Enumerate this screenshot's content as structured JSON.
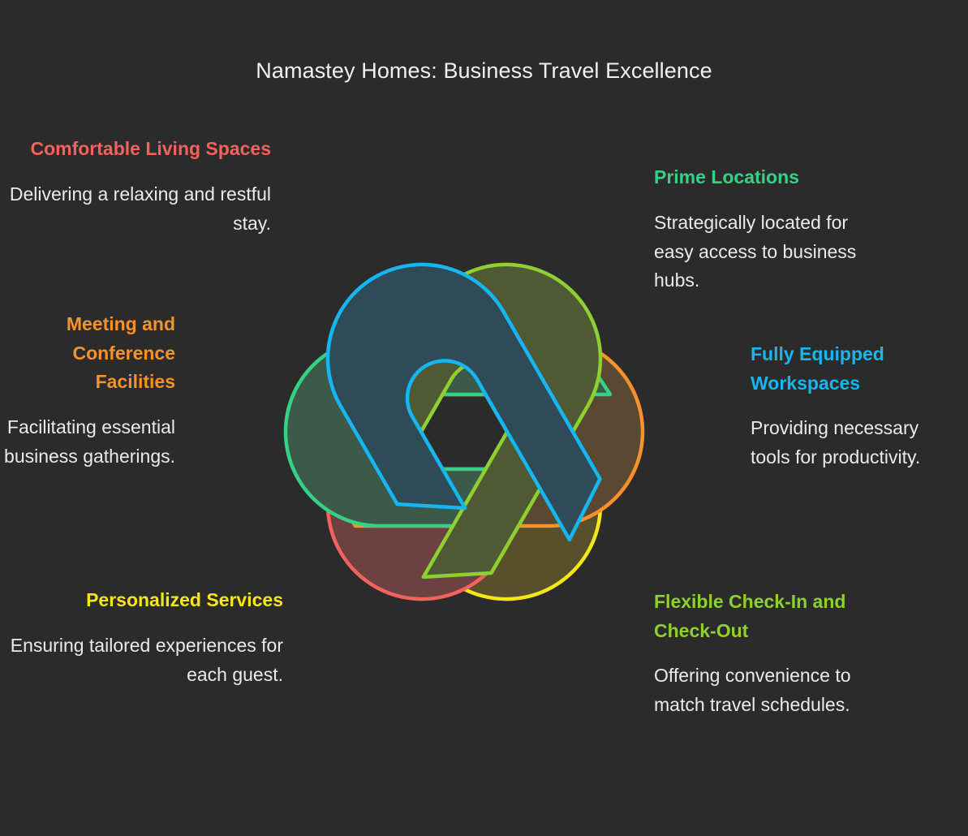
{
  "page": {
    "title": "Namastey Homes: Business Travel Excellence",
    "background_color": "#2b2b2b",
    "title_color": "#f0f0ef",
    "body_text_color": "#eceae8"
  },
  "blocks": [
    {
      "id": "comfortable-living-spaces",
      "heading": "Comfortable Living Spaces",
      "body": "Delivering a relaxing and restful stay.",
      "color": "#f5625d",
      "side": "left"
    },
    {
      "id": "meeting-and-conference-facilities",
      "heading": "Meeting and Conference Facilities",
      "body": "Facilitating essential business gatherings.",
      "color": "#f5922b",
      "side": "left"
    },
    {
      "id": "personalized-services",
      "heading": "Personalized Services",
      "body": "Ensuring tailored experiences for each guest.",
      "color": "#f5e619",
      "side": "left"
    },
    {
      "id": "prime-locations",
      "heading": "Prime Locations",
      "body": "Strategically located for easy access to business hubs.",
      "color": "#35d184",
      "side": "right"
    },
    {
      "id": "fully-equipped-workspaces",
      "heading": "Fully Equipped Workspaces",
      "body": "Providing necessary tools for productivity.",
      "color": "#16b6f0",
      "side": "right"
    },
    {
      "id": "flexible-check-in-and-check-out",
      "heading": "Flexible Check-In and Check-Out",
      "body": "Offering convenience to match travel schedules.",
      "color": "#8ed031",
      "side": "right"
    }
  ],
  "diagram": {
    "type": "interlocking-hook-knot",
    "segment_count": 6,
    "segments": [
      {
        "name": "comfortable-living-spaces-hook",
        "stroke": "#f5625d",
        "fill": "#6b4141",
        "angle": 0
      },
      {
        "name": "prime-locations-hook",
        "stroke": "#35d184",
        "fill": "#3b5a49",
        "angle": 60
      },
      {
        "name": "fully-equipped-workspaces-hook",
        "stroke": "#16b6f0",
        "fill": "#2f4b58",
        "angle": 120
      },
      {
        "name": "flexible-check-in-and-check-out-hook",
        "stroke": "#8ed031",
        "fill": "#4f5a34",
        "angle": 180
      },
      {
        "name": "personalized-services-hook",
        "stroke": "#f5e619",
        "fill": "#57502b",
        "angle": 240
      },
      {
        "name": "meeting-and-conference-facilities-hook",
        "stroke": "#f5922b",
        "fill": "#5a4832",
        "angle": 300
      }
    ]
  }
}
